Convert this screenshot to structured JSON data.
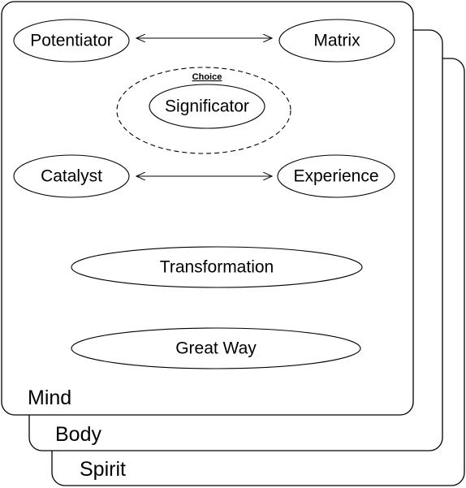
{
  "layers": {
    "mind": "Mind",
    "body": "Body",
    "spirit": "Spirit"
  },
  "nodes": {
    "potentiator": "Potentiator",
    "matrix": "Matrix",
    "choice_label": "Choice",
    "significator": "Significator",
    "catalyst": "Catalyst",
    "experience": "Experience",
    "transformation": "Transformation",
    "great_way": "Great Way"
  },
  "connections": [
    {
      "from": "Potentiator",
      "to": "Matrix",
      "direction": "both"
    },
    {
      "from": "Catalyst",
      "to": "Experience",
      "direction": "both"
    }
  ]
}
